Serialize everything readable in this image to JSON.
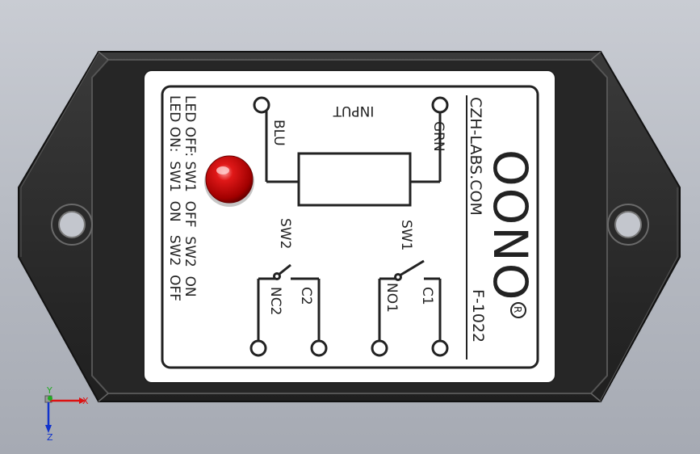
{
  "label": {
    "title_input": "INPUT",
    "brand_url": "CZH-LABS.COM",
    "brand_logo": "OONO",
    "registered_mark": "R",
    "model": "F-1022",
    "wire_blu": "BLU",
    "wire_grn": "GRN",
    "switch1": "SW1",
    "switch2": "SW2",
    "terminal_c1": "C1",
    "terminal_no1": "NO1",
    "terminal_c2": "C2",
    "terminal_nc2": "NC2",
    "legend_line1": "LED OFF: SW1  OFF  SW2  ON",
    "legend_line2": "LED ON:  SW1  ON   SW2  OFF"
  },
  "colors": {
    "background": "#b8bcc4",
    "housing": "#2b2b2b",
    "label_bg": "#ffffff",
    "led": "#cc0000",
    "axis_x": "#dd1111",
    "axis_y": "#22aa22",
    "axis_z": "#1133cc"
  },
  "axis": {
    "x": "X",
    "y": "Y",
    "z": "Z"
  }
}
